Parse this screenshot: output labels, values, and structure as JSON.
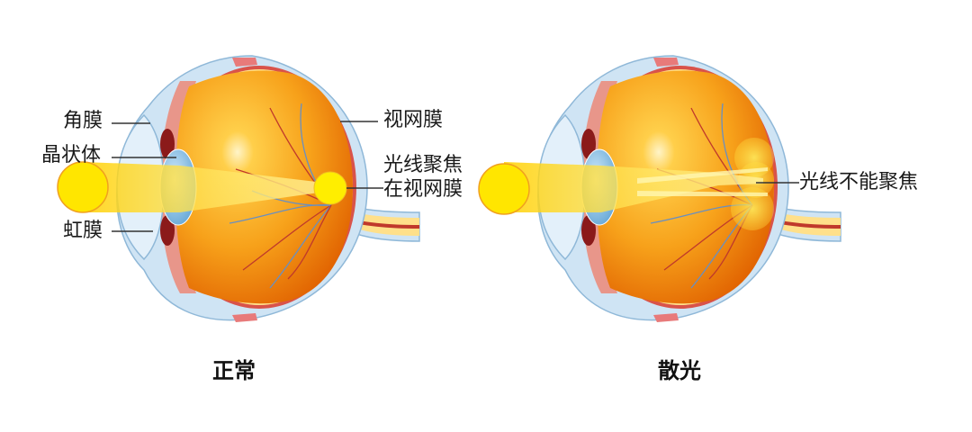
{
  "diagrams": [
    {
      "id": "normal",
      "caption": "正常",
      "labels": {
        "cornea": "角膜",
        "lens": "晶状体",
        "iris": "虹膜",
        "retina": "视网膜",
        "focus_line1": "光线聚焦",
        "focus_line2": "在视网膜"
      }
    },
    {
      "id": "astigmatism",
      "caption": "散光",
      "labels": {
        "no_focus": "光线不能聚焦"
      }
    }
  ],
  "colors": {
    "sun_fill": "#ffe600",
    "sun_stroke": "#f0a020",
    "beam": "#ffd21a",
    "vitreous_light": "#ffc640",
    "vitreous_dark": "#e86a00",
    "sclera": "#cfe4f4",
    "sclera_stroke": "#8fb8d8",
    "retina_red": "#d9534a",
    "retina_yellow": "#ffe08a",
    "lens": "#8ec3e6",
    "iris": "#8b1a1a",
    "ciliary": "#e8968a",
    "vessel_red": "#c0392b",
    "vessel_blue": "#6a8fc0",
    "leader_line": "#333333"
  }
}
